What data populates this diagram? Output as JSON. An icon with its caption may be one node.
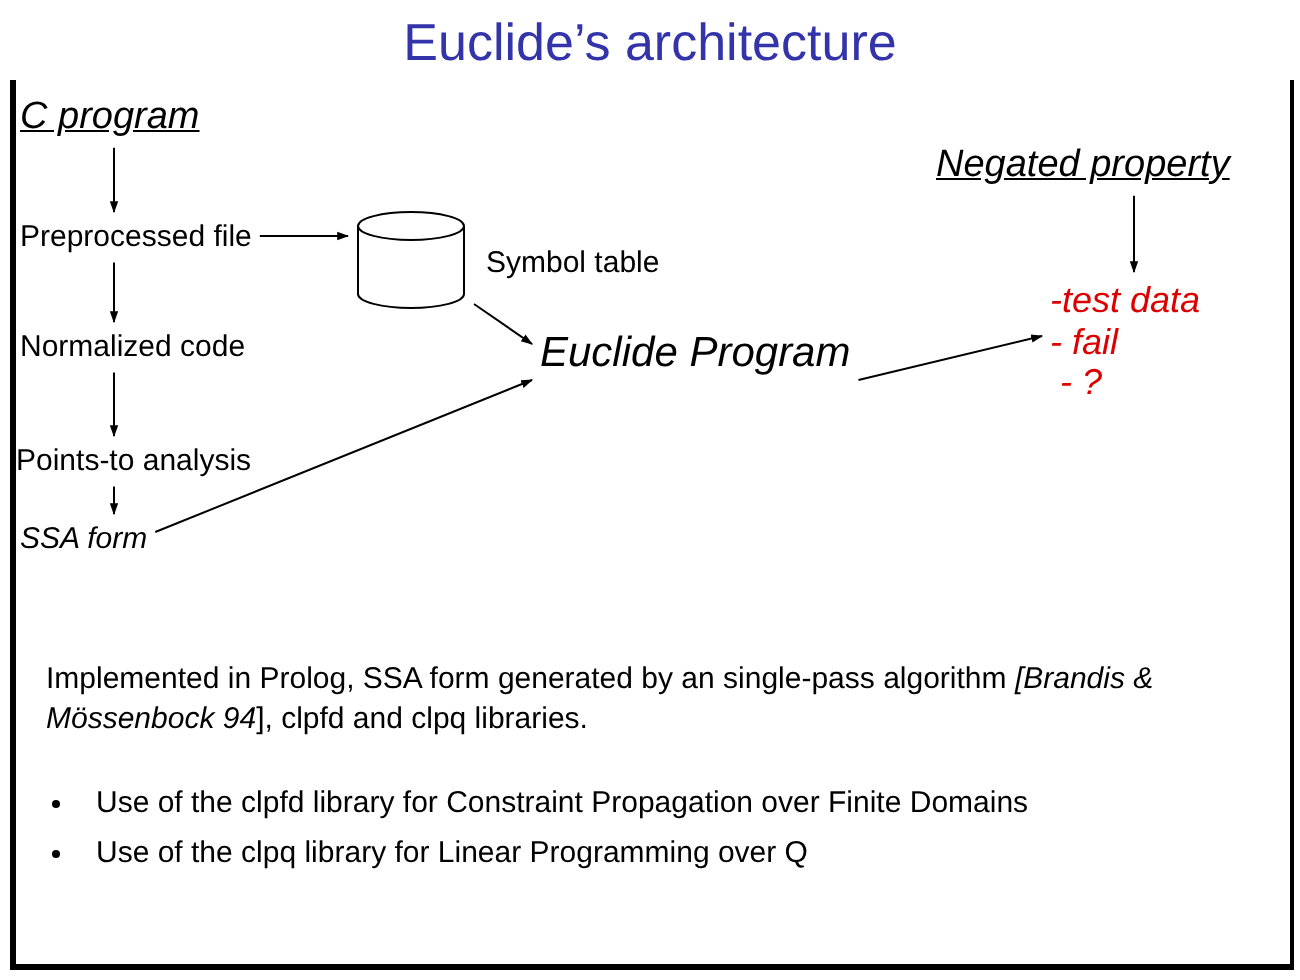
{
  "diagram": {
    "title": "Euclide’s architecture",
    "nodes": [
      {
        "text": [
          "C program"
        ]
      },
      {
        "text": [
          "Preprocessed file"
        ]
      },
      {
        "text": [
          "Normalized code"
        ]
      },
      {
        "text": [
          "Points-to analysis"
        ]
      },
      {
        "text": [
          "SSA form"
        ]
      },
      {
        "text": [],
        "shape": "cylinder",
        "beside": [
          "Symbol table"
        ]
      },
      {
        "text": [
          "Euclide Program"
        ]
      },
      {
        "text": [
          "Negated property"
        ]
      },
      {
        "text": [
          "-test data",
          "- fail",
          " - ?"
        ]
      }
    ],
    "edges": [
      {
        "from": 0,
        "to": 1,
        "arrow": "to"
      },
      {
        "from": 1,
        "to": 2,
        "arrow": "to"
      },
      {
        "from": 2,
        "to": 3,
        "arrow": "to"
      },
      {
        "from": 3,
        "to": 4,
        "arrow": "to"
      },
      {
        "from": 1,
        "to": 5,
        "arrow": "to"
      },
      {
        "from": 5,
        "to": 6,
        "arrow": "to"
      },
      {
        "from": 4,
        "to": 6,
        "arrow": "to"
      },
      {
        "from": 6,
        "to": 8,
        "arrow": "to"
      },
      {
        "from": 7,
        "to": 8,
        "arrow": "to"
      }
    ],
    "labels": [
      "Implemented in Prolog, SSA form generated by an single-pass algorithm *[Brandis & Mössenbock 94*], clpfd and clpq libraries.",
      "Use of the clpfd library for Constraint Propagation over Finite Domains",
      "Use of the clpq library for Linear Programming over Q"
    ]
  }
}
